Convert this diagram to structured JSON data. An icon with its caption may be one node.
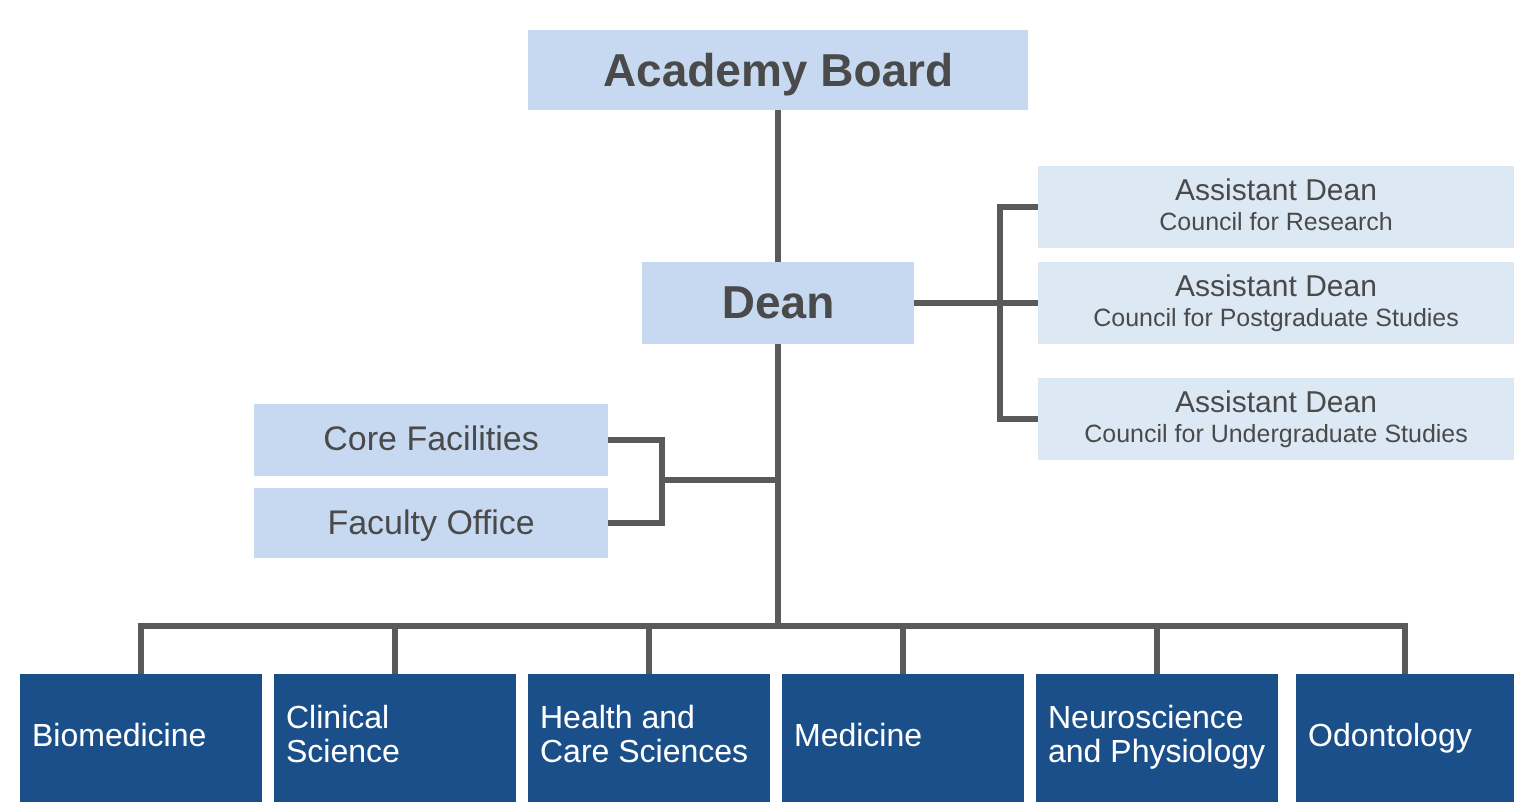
{
  "diagram": {
    "nodes": [
      {
        "text": [
          "Academy Board"
        ]
      },
      {
        "text": [
          "Dean"
        ]
      },
      {
        "text": [
          "Assistant Dean",
          "Council for Research"
        ]
      },
      {
        "text": [
          "Assistant Dean",
          "Council for Postgraduate Studies"
        ]
      },
      {
        "text": [
          "Assistant Dean",
          "Council for Undergraduate Studies"
        ]
      },
      {
        "text": [
          "Core Facilities"
        ]
      },
      {
        "text": [
          "Faculty Office"
        ]
      },
      {
        "text": [
          "Biomedicine"
        ]
      },
      {
        "text": [
          "Clinical Science"
        ]
      },
      {
        "text": [
          "Health and Care Sciences"
        ]
      },
      {
        "text": [
          "Medicine"
        ]
      },
      {
        "text": [
          "Neuroscience and Physiology"
        ]
      },
      {
        "text": [
          "Odontology"
        ]
      }
    ],
    "edges": [
      {
        "from": 0,
        "to": 1,
        "arrow": "none"
      },
      {
        "from": 1,
        "to": 2,
        "arrow": "none"
      },
      {
        "from": 1,
        "to": 3,
        "arrow": "none"
      },
      {
        "from": 1,
        "to": 4,
        "arrow": "none"
      },
      {
        "from": 1,
        "to": 5,
        "arrow": "none"
      },
      {
        "from": 1,
        "to": 6,
        "arrow": "none"
      },
      {
        "from": 1,
        "to": 7,
        "arrow": "none"
      },
      {
        "from": 1,
        "to": 8,
        "arrow": "none"
      },
      {
        "from": 1,
        "to": 9,
        "arrow": "none"
      },
      {
        "from": 1,
        "to": 10,
        "arrow": "none"
      },
      {
        "from": 1,
        "to": 11,
        "arrow": "none"
      },
      {
        "from": 1,
        "to": 12,
        "arrow": "none"
      }
    ]
  }
}
